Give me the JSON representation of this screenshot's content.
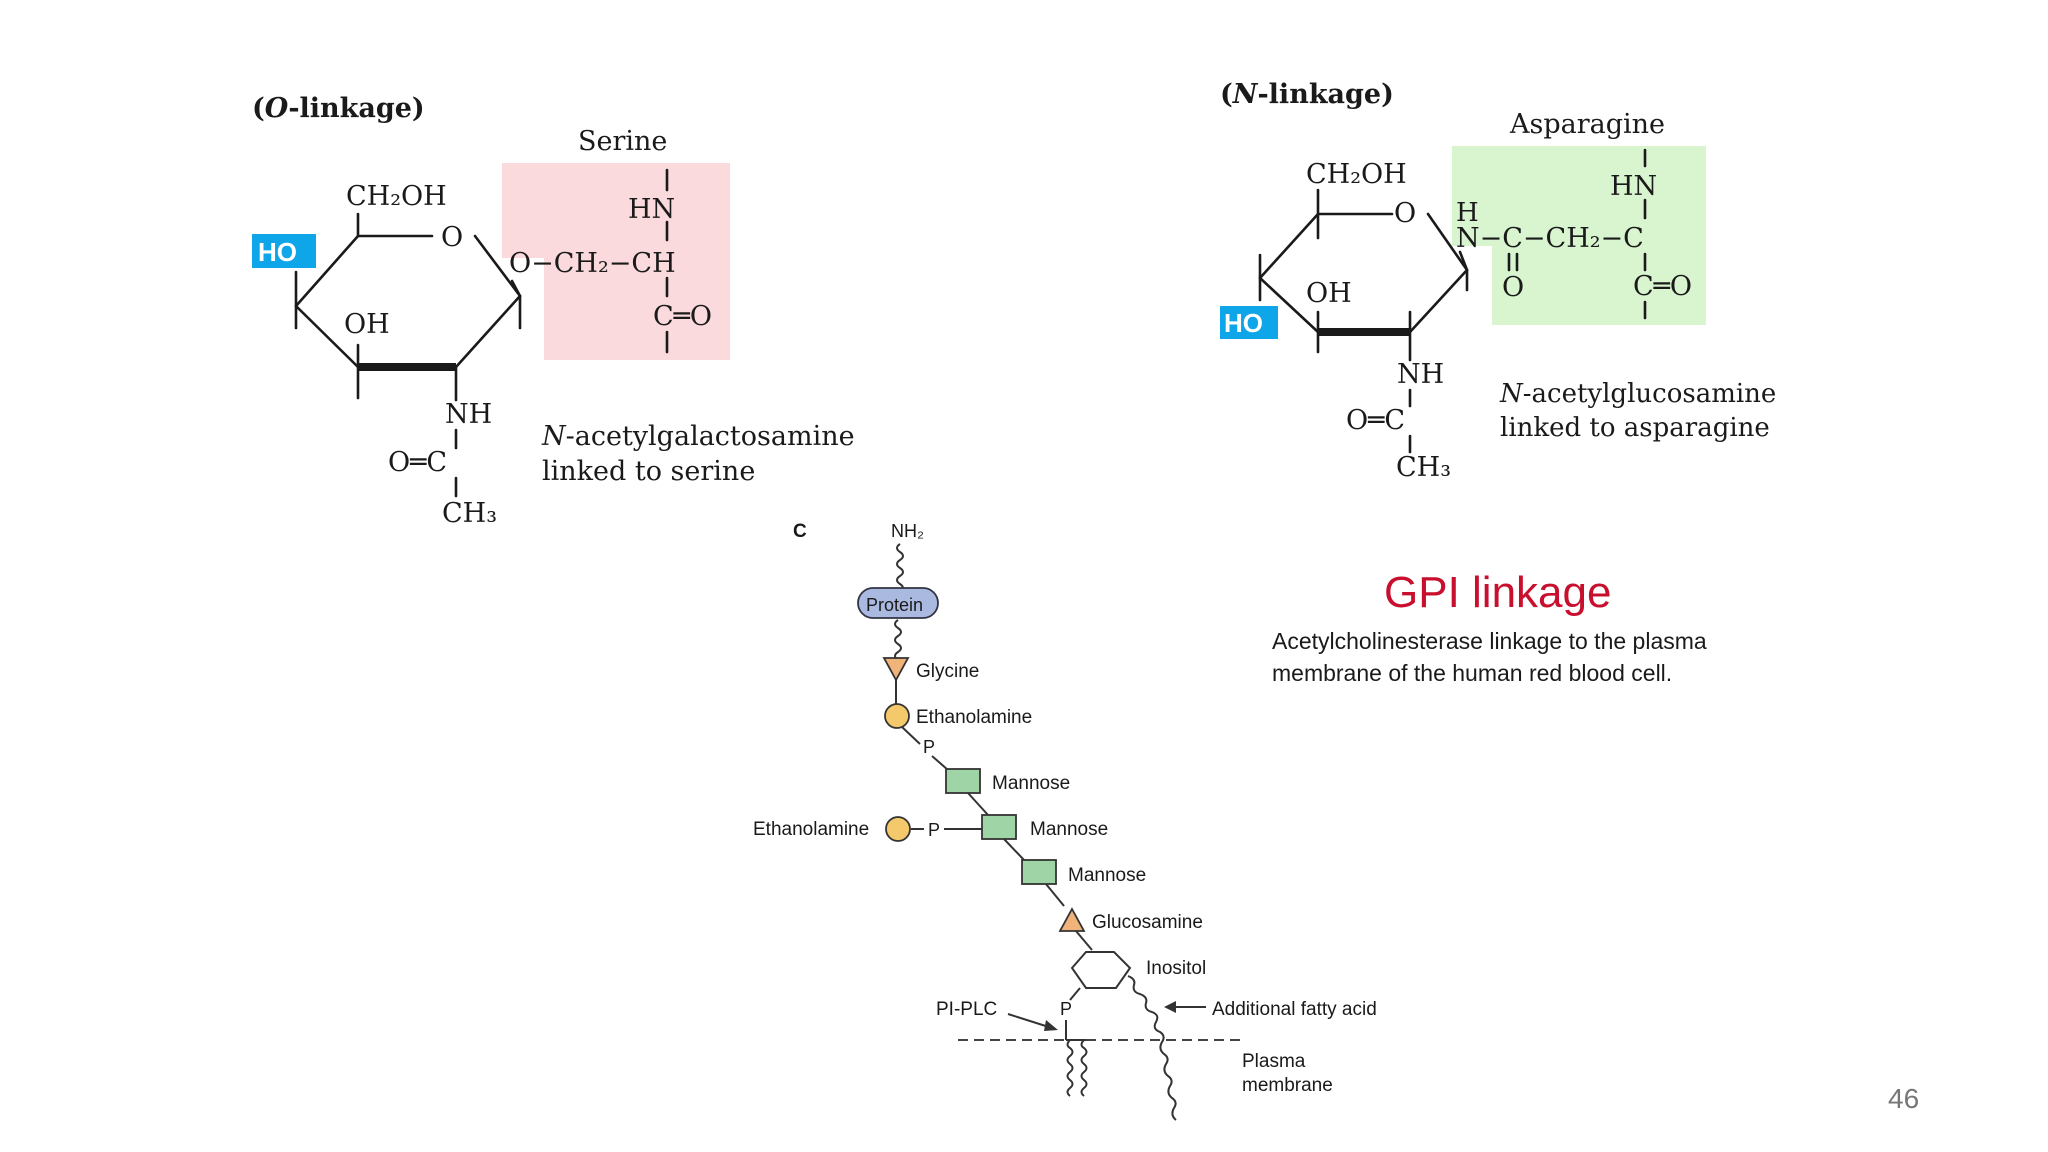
{
  "o_linkage": {
    "title_open": "(",
    "title_letter": "O",
    "title_rest": "-linkage)",
    "amino_acid": "Serine",
    "sugar_ch2oh": "CH₂OH",
    "ring_o": "O",
    "ho_label": "HO",
    "oh_label": "OH",
    "nh_label": "NH",
    "oc_label": "O═C",
    "ch3_label": "CH₃",
    "hn_label": "HN",
    "chain_label": "O−CH₂−CH",
    "co_label": "C═O",
    "caption_letter": "N",
    "caption_line1_rest": "-acetylgalactosamine",
    "caption_line2": "linked to serine",
    "highlight_color": "#fadadd"
  },
  "n_linkage": {
    "title_open": "(",
    "title_letter": "N",
    "title_rest": "-linkage)",
    "amino_acid": "Asparagine",
    "sugar_ch2oh": "CH₂OH",
    "ring_o": "O",
    "ho_label": "HO",
    "oh_label": "OH",
    "nh_label": "NH",
    "oc_label": "O═C",
    "ch3_label": "CH₃",
    "hn_label": "HN",
    "h_label": "H",
    "chain_label": "N−C−CH₂−C",
    "carbonyl_o": "O",
    "co_label": "C═O",
    "caption_letter": "N",
    "caption_line1_rest": "-acetylglucosamine",
    "caption_line2": "linked to asparagine",
    "highlight_color": "#d8f5d0"
  },
  "gpi": {
    "panel_letter": "C",
    "nh2": "NH₂",
    "protein": "Protein",
    "glycine": "Glycine",
    "ethanolamine": "Ethanolamine",
    "p1": "P",
    "mannose1": "Mannose",
    "ethanolamine_side": "Ethanolamine",
    "p2": "P",
    "mannose2": "Mannose",
    "mannose3": "Mannose",
    "glucosamine": "Glucosamine",
    "inositol": "Inositol",
    "pi_plc": "PI-PLC",
    "p3": "P",
    "fatty_acid": "Additional fatty acid",
    "membrane_line1": "Plasma",
    "membrane_line2": "membrane",
    "title": "GPI linkage",
    "description_line1": "Acetylcholinesterase linkage to the plasma",
    "description_line2": "membrane of the human red blood cell.",
    "title_color": "#c8102e"
  },
  "colors": {
    "ho_box": "#0ea5e9",
    "protein_fill": "#a9b9e0",
    "ethanolamine_fill": "#f4c96b",
    "mannose_fill": "#9fd4a6",
    "triangle_fill": "#f0b37a"
  },
  "page_number": "46"
}
